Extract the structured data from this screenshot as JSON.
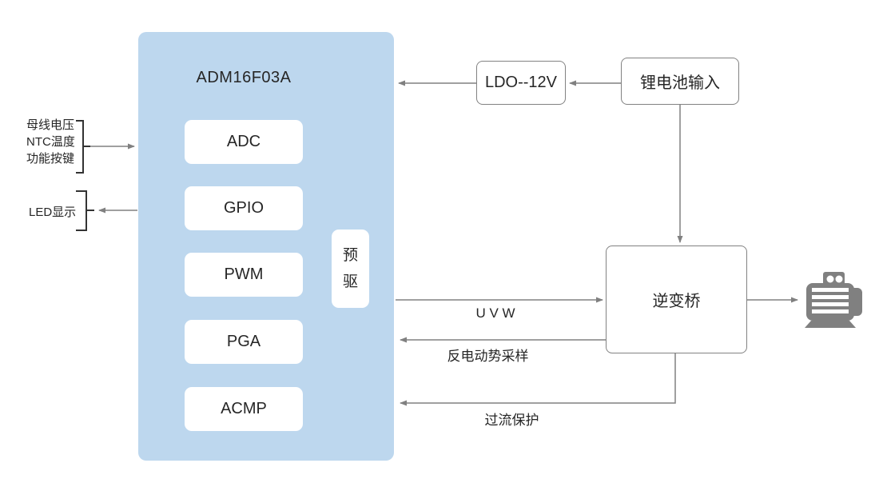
{
  "chip": {
    "title": "ADM16F03A",
    "blocks": [
      "ADC",
      "GPIO",
      "PWM",
      "PGA",
      "ACMP"
    ],
    "predriver": "预驱"
  },
  "boxes": {
    "ldo": "LDO--12V",
    "battery": "锂电池输入",
    "inverter": "逆变桥"
  },
  "left_inputs": {
    "lines": [
      "母线电压",
      "NTC温度",
      "功能按键"
    ],
    "led": "LED显示"
  },
  "labels": {
    "uvw": "U V W",
    "bemf": "反电动势采样",
    "ocp": "过流保护"
  },
  "icons": {
    "motor": "motor-icon"
  },
  "colors": {
    "chip_fill": "#BDD7EE",
    "box_fill": "#FFFFFF",
    "box_border": "#828282",
    "connector": "#808080",
    "bracket": "#333333",
    "motor": "#808080",
    "text": "#262626"
  }
}
